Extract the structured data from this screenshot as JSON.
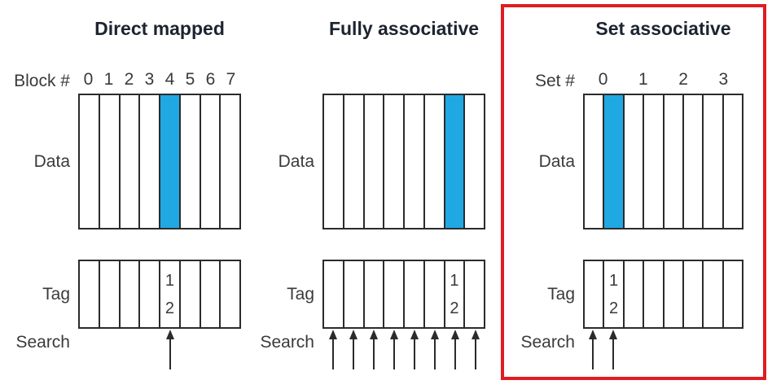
{
  "figure": {
    "description": "Cache block placement schemes diagram"
  },
  "colors": {
    "highlight": "#20a8e2",
    "frame": "#e11b22",
    "line": "#2b2b2b",
    "title": "#1c2430",
    "label": "#3a3a3a"
  },
  "panels": [
    {
      "id": "direct-mapped",
      "title": "Direct mapped",
      "index_label": "Block #",
      "index_values": [
        "0",
        "1",
        "2",
        "3",
        "4",
        "5",
        "6",
        "7"
      ],
      "data_label": "Data",
      "tag_label": "Tag",
      "search_label": "Search",
      "columns": 8,
      "highlight_column": 4,
      "tag_column": 4,
      "tag_values": [
        "1",
        "2"
      ],
      "search_arrows": [
        4
      ],
      "framed": false
    },
    {
      "id": "fully-associative",
      "title": "Fully associative",
      "index_label": null,
      "index_values": null,
      "data_label": "Data",
      "tag_label": "Tag",
      "search_label": "Search",
      "columns": 8,
      "highlight_column": 6,
      "tag_column": 6,
      "tag_values": [
        "1",
        "2"
      ],
      "search_arrows": [
        0,
        1,
        2,
        3,
        4,
        5,
        6,
        7
      ],
      "framed": false
    },
    {
      "id": "set-associative",
      "title": "Set associative",
      "index_label": "Set #",
      "index_values": [
        "0",
        "1",
        "2",
        "3"
      ],
      "data_label": "Data",
      "tag_label": "Tag",
      "search_label": "Search",
      "columns": 8,
      "highlight_column": 1,
      "tag_column": 1,
      "tag_values": [
        "1",
        "2"
      ],
      "search_arrows": [
        0,
        1
      ],
      "framed": true
    }
  ]
}
